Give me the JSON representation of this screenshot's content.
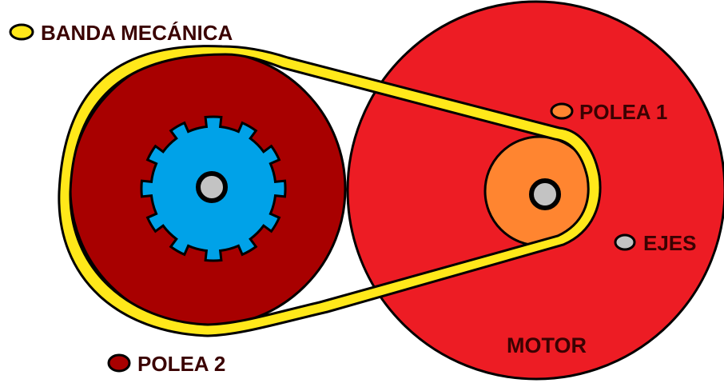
{
  "legend": {
    "belt": {
      "label": "BANDA MECÁNICA",
      "color": "#ffe81a"
    },
    "pulley1": {
      "label": "POLEA 1",
      "color": "#ff8530"
    },
    "axles": {
      "label": "EJES",
      "color": "#c3c3c3"
    },
    "pulley2": {
      "label": "POLEA 2",
      "color": "#a80000"
    }
  },
  "motor": {
    "label": "MOTOR",
    "color": "#ed1c24"
  },
  "gear": {
    "color": "#00a2e8",
    "teeth": 12
  },
  "outline_color": "#000000"
}
